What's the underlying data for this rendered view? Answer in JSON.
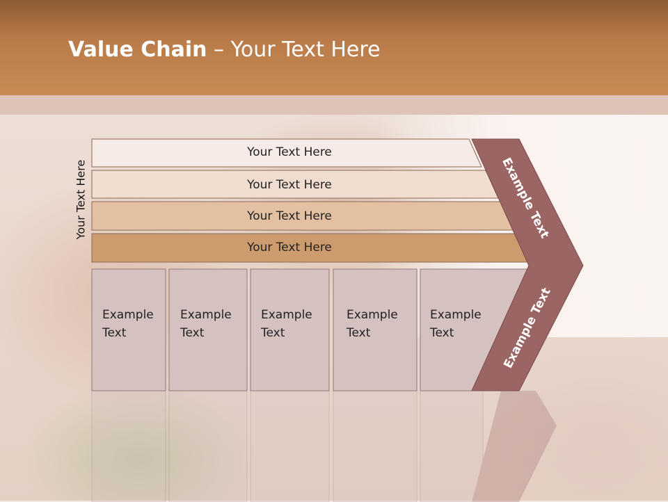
{
  "title": {
    "bold": "Value Chain",
    "rest": " – Your Text Here"
  },
  "side_label": "Your Text Here",
  "rows": [
    {
      "label": "Your Text Here",
      "color": "#f6ebe6"
    },
    {
      "label": "Your Text Here",
      "color": "#f0ddd0"
    },
    {
      "label": "Your Text Here",
      "color": "#e3c0a2"
    },
    {
      "label": "Your Text Here",
      "color": "#cd9c6e"
    }
  ],
  "columns": [
    {
      "line1": "Example",
      "line2": "Text"
    },
    {
      "line1": "Example",
      "line2": "Text"
    },
    {
      "line1": "Example",
      "line2": "Text"
    },
    {
      "line1": "Example",
      "line2": "Text"
    },
    {
      "line1": "Example",
      "line2": "Text"
    }
  ],
  "arrow": {
    "upper_label": "Example Text",
    "lower_label": "Example Text",
    "color": "#9b6564"
  },
  "colors": {
    "header": "#c98b53",
    "column_fill": "#d6c1c1",
    "row_border": "#8a6a55"
  }
}
